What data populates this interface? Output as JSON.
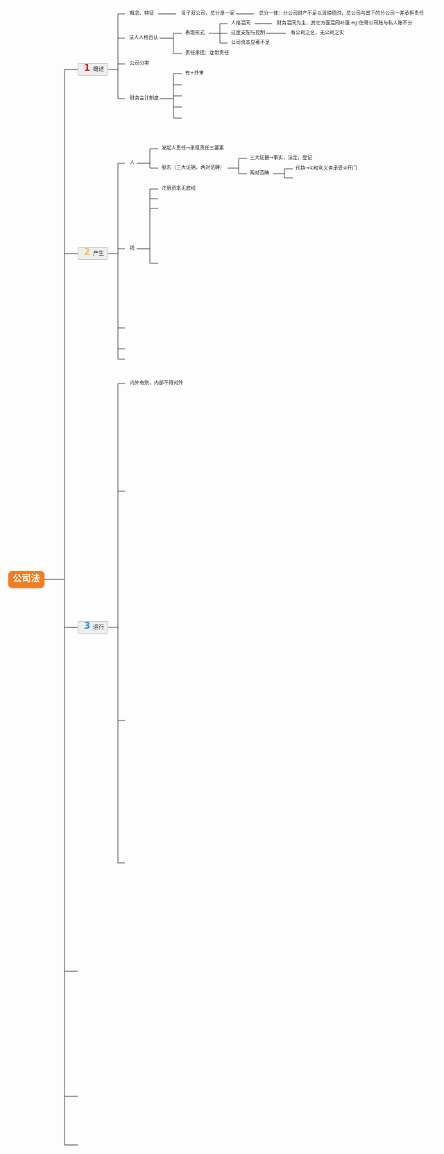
{
  "root": {
    "label": "公司法"
  },
  "topics": [
    {
      "num": "1",
      "label": "概述",
      "color": "#d8232f"
    },
    {
      "num": "2",
      "label": "产生",
      "color": "#f5c342"
    },
    {
      "num": "3",
      "label": "运行",
      "color": "#2e8ed8"
    }
  ],
  "overview": {
    "concept": "概念、特征",
    "parent_sub": "母子双公司，总分是一家",
    "branch": "总分一体：分公司财产不足以清偿债时，总公司与其下的分公司一并承担责任",
    "piercing": "法人人格否认",
    "forms": "表现形式",
    "mixing": "人格混同",
    "mixing_detail": "财务混同为主，其它方面混同补强 eg:住哥公司账与私人账不分",
    "control": "过度支配与控制",
    "control_detail": "有公司之名，无公司之实",
    "undercap": "公司资本显著不足",
    "liability": "责任承担：连带责任",
    "classification": "公司分类",
    "accounting": "财务会计制度",
    "audit": "有+外审"
  },
  "formation": {
    "person": "人",
    "promoter": "发起人责任→承担责任三要素",
    "shareholder": "股东（三大证据，两对范畴）",
    "evidence": "三大证据→事实，法定，登记",
    "two_pairs": "两对范畴",
    "proxy": "代持→①权利义务承受②开门",
    "money": "钱",
    "capital": "注册资本无底线"
  },
  "operation": {
    "distinction": "内外有别，内部不得对外"
  }
}
